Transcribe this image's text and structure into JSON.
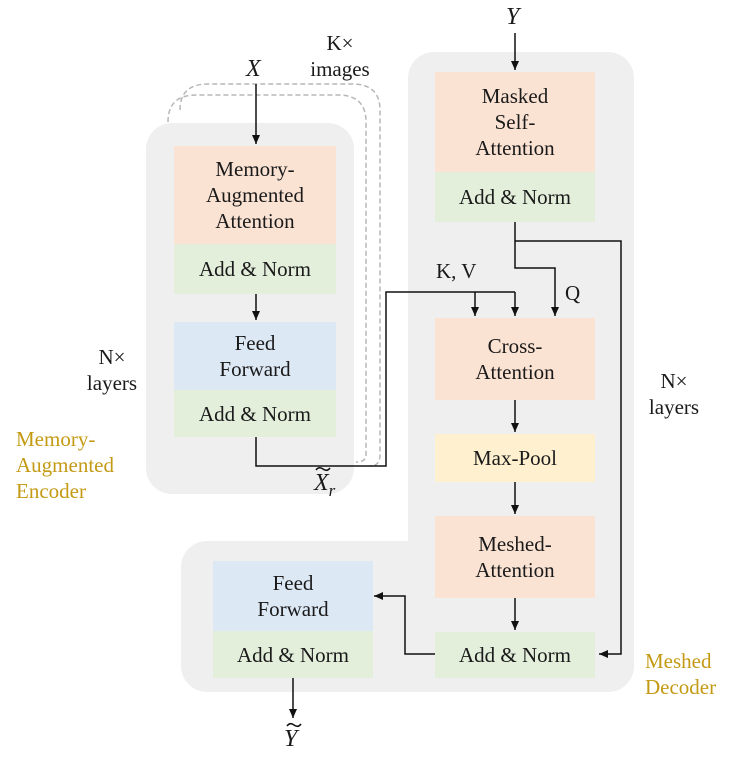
{
  "inputs": {
    "x": "X",
    "y": "Y",
    "x_r": "X",
    "x_r_sub": "r",
    "y_out": "Y"
  },
  "annotations": {
    "k_images_line1": "K×",
    "k_images_line2": "images",
    "encoder_layers_line1": "N×",
    "encoder_layers_line2": "layers",
    "decoder_layers_line1": "N×",
    "decoder_layers_line2": "layers",
    "kv": "K, V",
    "q": "Q"
  },
  "encoder": {
    "title_line1": "Memory-",
    "title_line2": "Augmented",
    "title_line3": "Encoder",
    "memory_attention_line1": "Memory-",
    "memory_attention_line2": "Augmented",
    "memory_attention_line3": "Attention",
    "add_norm_1": "Add & Norm",
    "feed_forward_line1": "Feed",
    "feed_forward_line2": "Forward",
    "add_norm_2": "Add & Norm"
  },
  "decoder": {
    "title_line1": "Meshed",
    "title_line2": "Decoder",
    "masked_line1": "Masked",
    "masked_line2": "Self-",
    "masked_line3": "Attention",
    "add_norm_1": "Add & Norm",
    "cross_line1": "Cross-",
    "cross_line2": "Attention",
    "max_pool": "Max-Pool",
    "meshed_line1": "Meshed-",
    "meshed_line2": "Attention",
    "add_norm_2": "Add & Norm",
    "feed_forward_line1": "Feed",
    "feed_forward_line2": "Forward",
    "add_norm_3": "Add & Norm"
  },
  "colors": {
    "attention": "#fbe3d4",
    "add_norm": "#e3eedb",
    "feed_forward": "#dde8f5",
    "max_pool": "#fff1cf",
    "background": "#efefef",
    "title": "#c49a14"
  }
}
